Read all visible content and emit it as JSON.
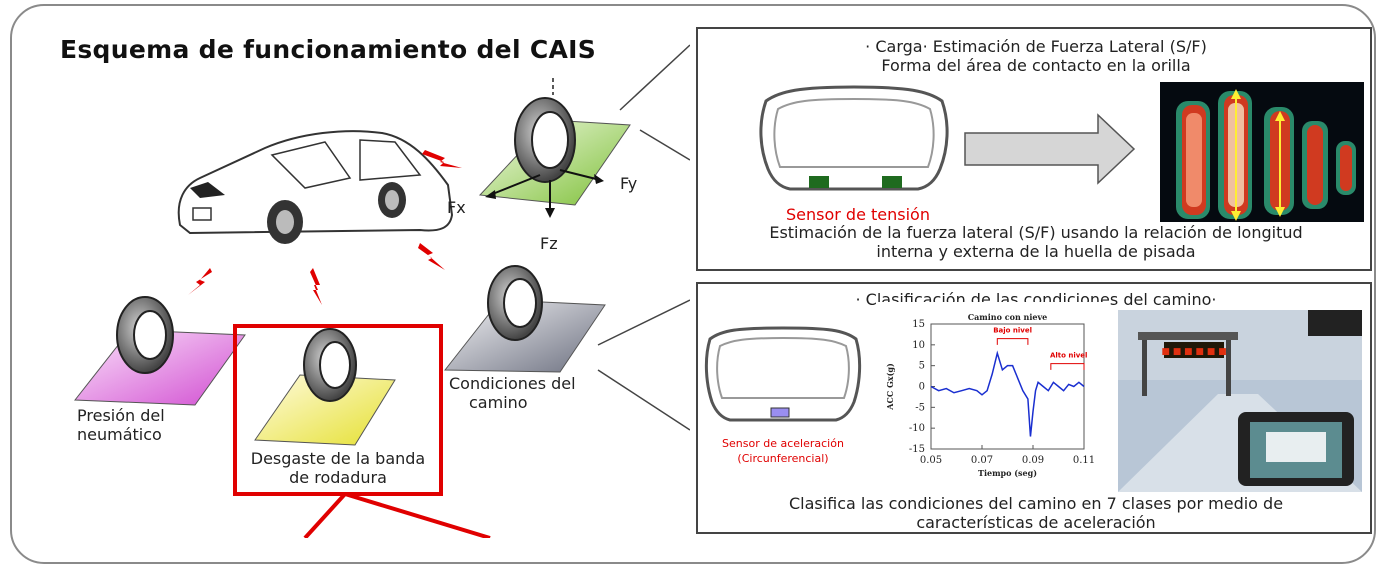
{
  "title": "Esquema de funcionamiento del CAIS",
  "labels": {
    "fx": "Fx",
    "fy": "Fy",
    "fz": "Fz",
    "presion": [
      "Presión del",
      "neumático"
    ],
    "desgaste": [
      "Desgaste de la banda",
      "de rodadura"
    ],
    "condiciones": [
      "Condiciones del",
      "camino"
    ]
  },
  "panel_top": {
    "heading": "· Carga· Estimación de Fuerza Lateral (S/F)",
    "subheading": "Forma del área de contacto en la orilla",
    "sensor": "Sensor de tensión",
    "description": [
      "Estimación de la fuerza lateral (S/F) usando la relación de longitud",
      "interna y externa de la huella de pisada"
    ]
  },
  "panel_bottom": {
    "heading": "· Clasificación de las condiciones del camino·",
    "sensor": [
      "Sensor de aceleración",
      "(Circunferencial)"
    ],
    "description": [
      "Clasifica las condiciones del camino en 7 clases por medio de",
      "características de aceleración"
    ],
    "sign_text": "■ ■ ■ ■ ■ ■"
  },
  "colors": {
    "accent_red": "#e00000",
    "frame_gray": "#8a8a8a"
  },
  "chart_data": {
    "type": "line",
    "title": "Camino con nieve",
    "xlabel": "Tiempo (seg)",
    "ylabel": "ACC Gx(g)",
    "xlim": [
      0.05,
      0.11
    ],
    "ylim": [
      -15,
      15
    ],
    "xticks": [
      "0.05",
      "0.07",
      "0.09",
      "0.11"
    ],
    "yticks": [
      "15",
      "10",
      "5",
      "0",
      "-5",
      "-10",
      "-15"
    ],
    "annotations": [
      "Bajo nivel",
      "Alto nivel"
    ],
    "series": [
      {
        "x": [
          0.05,
          0.053,
          0.056,
          0.059,
          0.062,
          0.065,
          0.068,
          0.07,
          0.072,
          0.074,
          0.076,
          0.078,
          0.08,
          0.082,
          0.084,
          0.086,
          0.088,
          0.089,
          0.09,
          0.091,
          0.092,
          0.094,
          0.096,
          0.098,
          0.1,
          0.102,
          0.104,
          0.106,
          0.108,
          0.11
        ],
        "y": [
          0,
          -1,
          -0.5,
          -1.5,
          -1,
          -0.5,
          -1,
          -2,
          -1,
          3,
          8,
          4,
          5,
          5,
          2,
          -1,
          -3,
          -12,
          -6,
          -1,
          1,
          0,
          -1,
          1,
          0,
          -1,
          0.5,
          0,
          1,
          0
        ]
      }
    ]
  }
}
